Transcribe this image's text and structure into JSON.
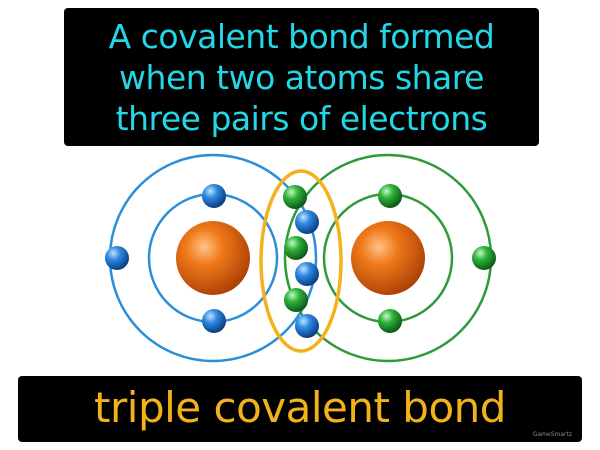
{
  "caption": {
    "lines": [
      "A covalent bond formed",
      "when two atoms share",
      "three pairs of electrons"
    ]
  },
  "term": {
    "text": "triple covalent bond"
  },
  "brand": {
    "text": "GameSmartz"
  },
  "colors": {
    "caption_text": "#23d7e6",
    "term_text": "#f2b21c",
    "box_background": "#000000",
    "left_shell": "#2a8fd8",
    "right_shell": "#2e9a3a",
    "bond_ellipse": "#f2b21c",
    "nucleus": "#e06a12",
    "blue_electron": "#1f74d0",
    "green_electron": "#1f9a2c"
  },
  "diagram": {
    "atoms": [
      {
        "name": "left-atom",
        "shells": 2,
        "electron_color": "blue"
      },
      {
        "name": "right-atom",
        "shells": 2,
        "electron_color": "green"
      }
    ],
    "shared_electrons": [
      "green",
      "blue",
      "green",
      "blue",
      "green",
      "blue"
    ]
  }
}
